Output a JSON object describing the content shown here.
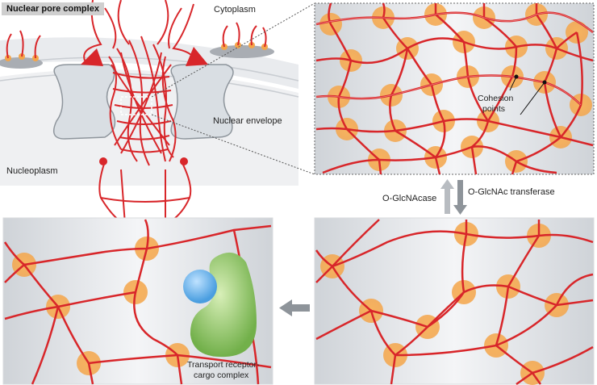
{
  "labels": {
    "title": "Nuclear pore complex",
    "cytoplasm": "Cytoplasm",
    "nuclear_envelope": "Nuclear envelope",
    "nucleoplasm": "Nucleoplasm",
    "cohesion_1": "Cohesion",
    "cohesion_2": "points",
    "glcnacase": "O-GlcNAcase",
    "transferase": "O-GlcNAc transferase",
    "transport_1": "Transport receptor-",
    "transport_2": "cargo complex"
  },
  "colors": {
    "fiber": "#d8262a",
    "fiber_highlight": "#f08a8a",
    "cohesion_point": "#f4a54a",
    "envelope": "#d9dee3",
    "receptor": "#7fb85a",
    "cargo": "#5aa6e6",
    "panel_bg": "#e9ebee"
  },
  "icons": {
    "up_arrow": "up-arrow-icon",
    "down_arrow": "down-arrow-icon",
    "left_arrow": "left-arrow-icon"
  }
}
